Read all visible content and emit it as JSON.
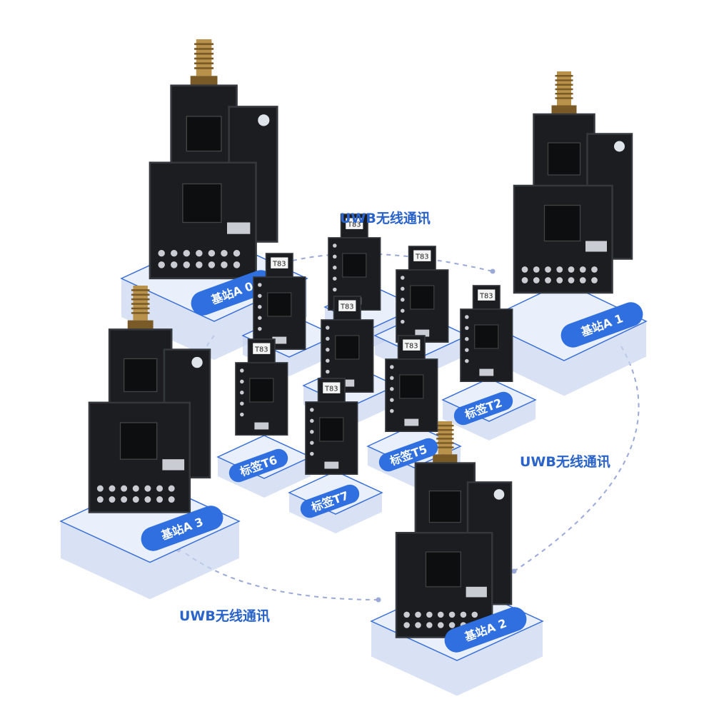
{
  "colors": {
    "label_text": "#2a63c9",
    "platform_top": "#eaf0fb",
    "platform_side": "#c9d6f0",
    "platform_stroke": "#3a6fd8",
    "badge_fill": "#2f6fe0",
    "badge_text": "#ffffff",
    "pcb": "#1b1d20",
    "pcb_edge": "#34383d",
    "chip": "#0d0e10",
    "pin": "#c9ccd2",
    "antenna": "#b8924a",
    "antenna_dark": "#7a5a26",
    "dash": "#9aa9d6"
  },
  "comm_labels": [
    "UWB无线通讯",
    "UWB无线通讯",
    "UWB无线通讯"
  ],
  "anchors": [
    {
      "id": "A0",
      "label": "基站A 0",
      "icon": "uwb-anchor-board"
    },
    {
      "id": "A1",
      "label": "基站A 1",
      "icon": "uwb-anchor-board"
    },
    {
      "id": "A2",
      "label": "基站A 2",
      "icon": "uwb-anchor-board"
    },
    {
      "id": "A3",
      "label": "基站A 3",
      "icon": "uwb-anchor-board"
    }
  ],
  "tags": [
    {
      "id": "T0",
      "label": "",
      "icon": "uwb-tag-board"
    },
    {
      "id": "T1",
      "label": "",
      "icon": "uwb-tag-board"
    },
    {
      "id": "T2",
      "label": "标签T2",
      "icon": "uwb-tag-board"
    },
    {
      "id": "T3",
      "label": "",
      "icon": "uwb-tag-board"
    },
    {
      "id": "T4",
      "label": "",
      "icon": "uwb-tag-board"
    },
    {
      "id": "T5",
      "label": "标签T5",
      "icon": "uwb-tag-board"
    },
    {
      "id": "T6",
      "label": "标签T6",
      "icon": "uwb-tag-board"
    },
    {
      "id": "T7",
      "label": "标签T7",
      "icon": "uwb-tag-board"
    }
  ],
  "tag_chip_text": "T83"
}
